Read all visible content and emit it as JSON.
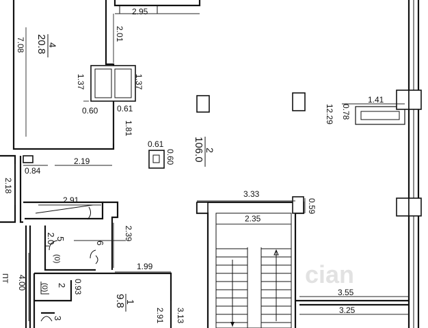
{
  "rooms": [
    {
      "number": "4",
      "area": "20.8"
    },
    {
      "number": "2",
      "area": "106.0"
    },
    {
      "number": "1",
      "area": "9.8"
    },
    {
      "number": "5",
      "area": "2.0"
    },
    {
      "number": "6",
      "area": ""
    },
    {
      "number": "2",
      "area": ""
    },
    {
      "number": "3",
      "area": ""
    }
  ],
  "dimensions": [
    "2.95",
    "2.01",
    "7.08",
    "1.37",
    "1.37",
    "0.60",
    "0.61",
    "1.81",
    "0.84",
    "2.19",
    "0.61",
    "0.60",
    "1.41",
    "0.78",
    "12.29",
    "2.18",
    "2.91",
    "2.39",
    "3.33",
    "2.35",
    "0.59",
    "1.99",
    "0.93",
    "4.00",
    "2.91",
    "3.13",
    "3.55",
    "3.25"
  ],
  "symbols": [
    "(0)",
    "ПТ"
  ],
  "watermark": "cian"
}
